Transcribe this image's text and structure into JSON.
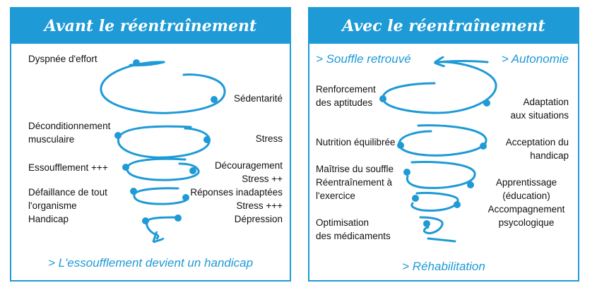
{
  "left": {
    "title": "Avant le réentraînement",
    "labels": {
      "dyspnee": "Dyspnée d'effort",
      "sedentarite": "Sédentarité",
      "decond_1": "Déconditionnement",
      "decond_2": "musculaire",
      "stress": "Stress",
      "essouff": "Essoufflement +++",
      "decourag": "Découragement",
      "stress2": "Stress ++",
      "defaillance_1": "Défaillance de tout",
      "defaillance_2": "l'organisme",
      "defaillance_3": "Handicap",
      "reponses": "Réponses inadaptées",
      "stress3": "Stress +++",
      "depression": "Dépression"
    },
    "conclusion": "> L'essoufflement devient un handicap"
  },
  "right": {
    "title": "Avec le réentraînement",
    "labels": {
      "souffle": "> Souffle retrouvé",
      "autonomie": "> Autonomie",
      "renfort_1": "Renforcement",
      "renfort_2": "des aptitudes",
      "adapt_1": "Adaptation",
      "adapt_2": "aux situations",
      "nutrition": "Nutrition équilibrée",
      "accept_1": "Acceptation du",
      "accept_2": "handicap",
      "maitrise_1": "Maîtrise du souffle",
      "maitrise_2": "Réentraînement à",
      "maitrise_3": "l'exercice",
      "apprent_1": "Apprentissage",
      "apprent_2": "(éducation)",
      "apprent_3": "Accompagnement",
      "apprent_4": "psycologique",
      "optim_1": "Optimisation",
      "optim_2": "des médicaments"
    },
    "conclusion": "> Réhabilitation"
  },
  "colors": {
    "accent": "#1e9ad6",
    "text": "#111111",
    "background": "#ffffff"
  }
}
